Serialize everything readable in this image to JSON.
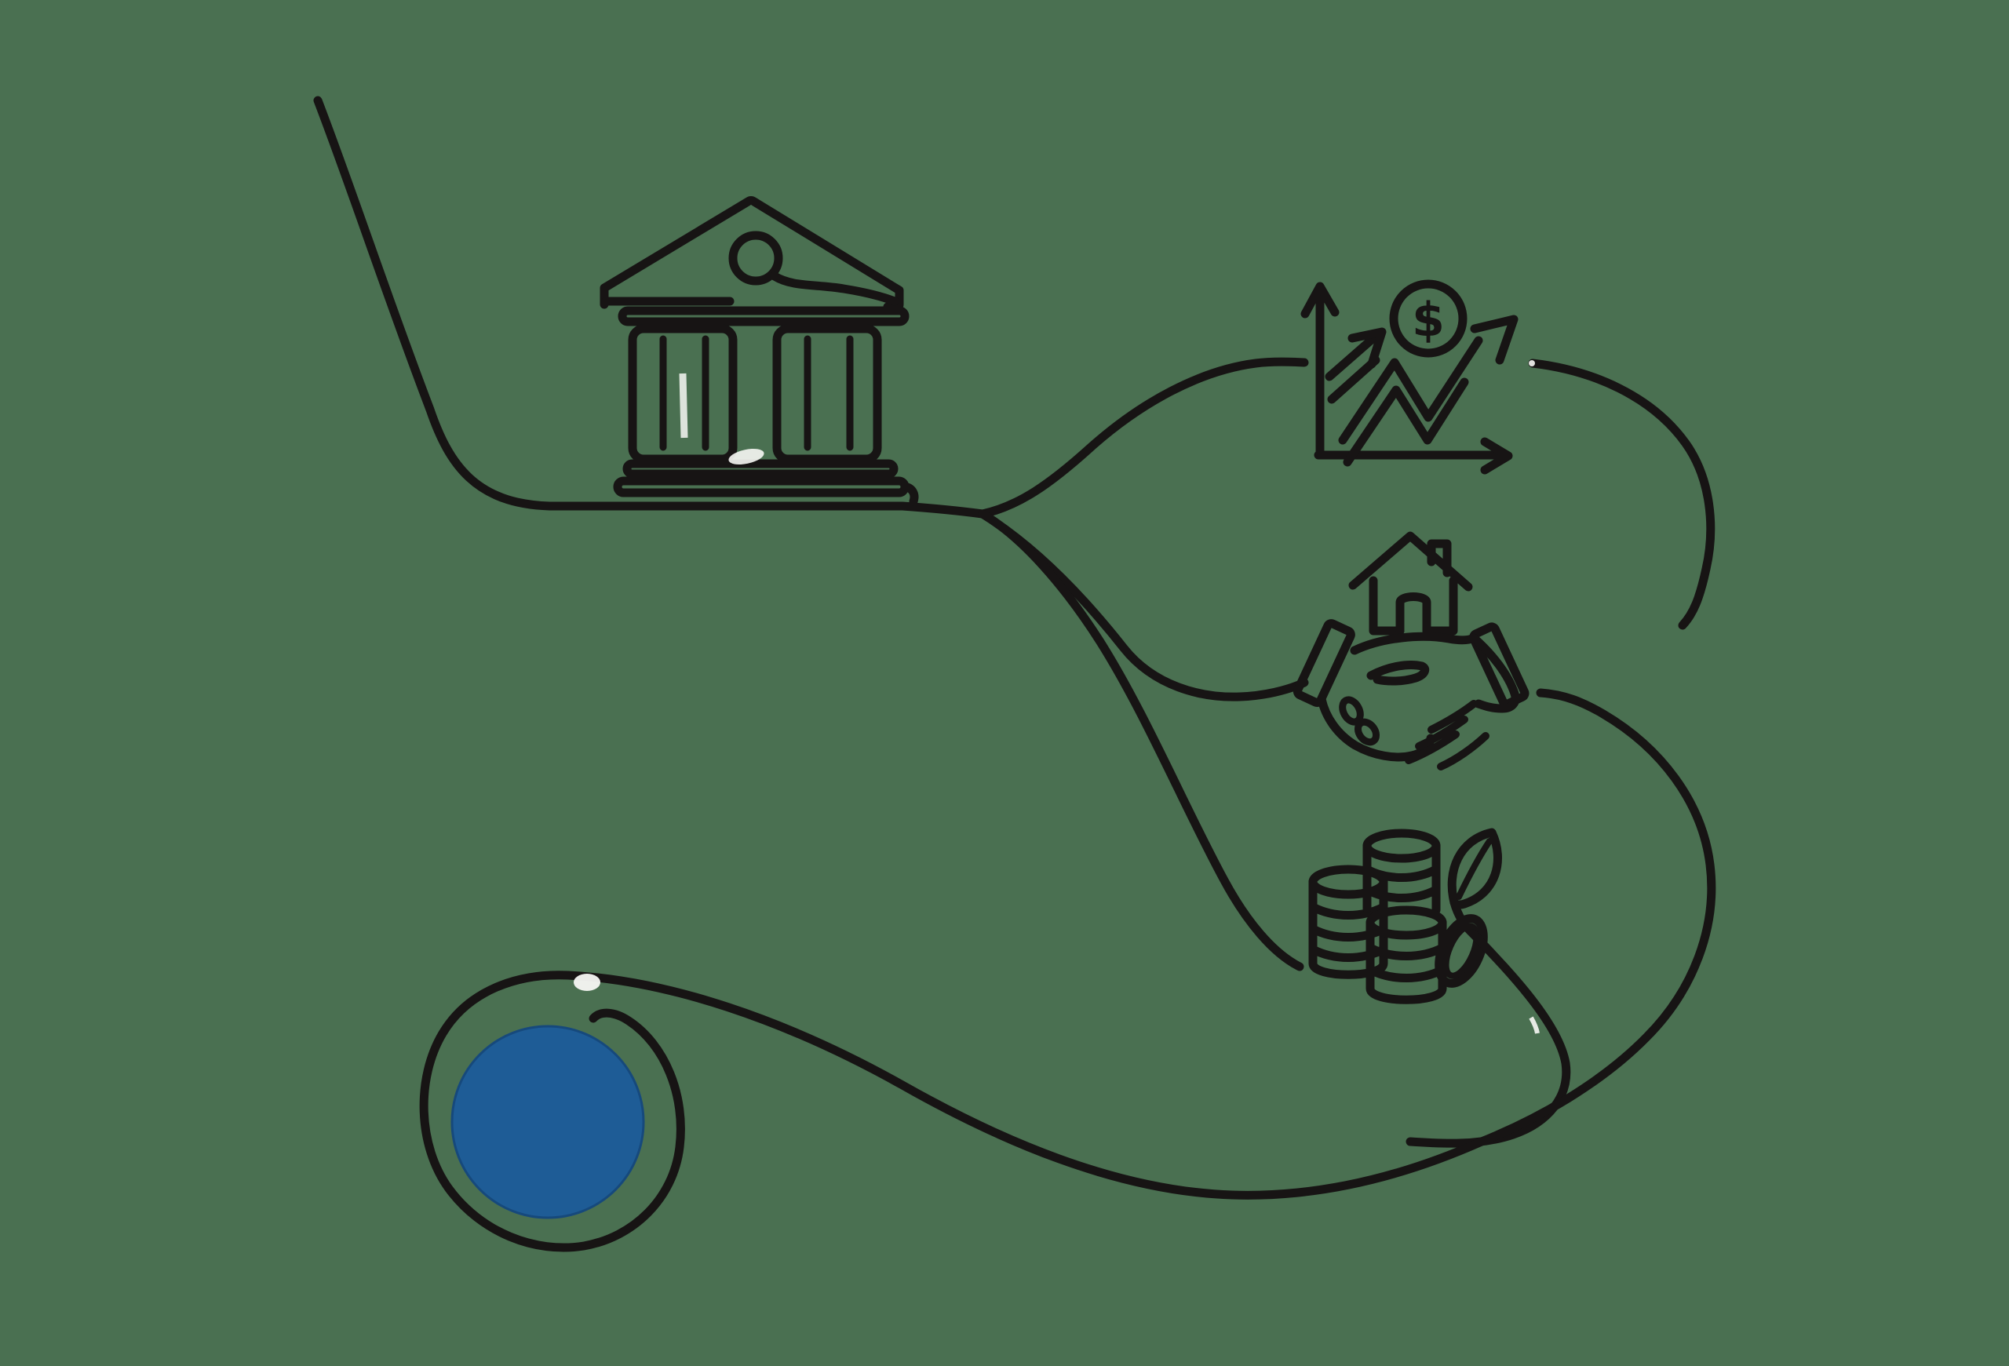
{
  "illustration": {
    "description": "Single continuous line art: funds flow from a bank into investment growth, a property handshake deal and savings coins, looping into a solid blue coin",
    "background_color": "#4A7051",
    "line_color": "#171414",
    "blue_coin_color": "#1E5C96",
    "blue_coin_edge_color": "#16497C",
    "highlight_color": "#F7F7F4",
    "stroke_main": 11,
    "stroke_fine": 9,
    "dollar_sign": "$",
    "icons": [
      "bank-building-icon",
      "growth-chart-icon",
      "dollar-coin-icon",
      "house-icon",
      "handshake-icon",
      "coin-stacks-icon",
      "leaf-icon",
      "blue-coin"
    ]
  }
}
